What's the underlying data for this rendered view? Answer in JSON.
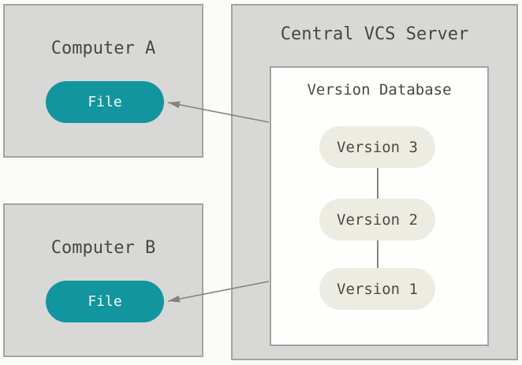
{
  "diagram": {
    "computer_a": {
      "title": "Computer A",
      "file_label": "File"
    },
    "computer_b": {
      "title": "Computer B",
      "file_label": "File"
    },
    "server": {
      "title": "Central VCS Server",
      "database": {
        "title": "Version Database",
        "versions": [
          "Version 3",
          "Version 2",
          "Version 1"
        ]
      }
    },
    "colors": {
      "background": "#fbfbf8",
      "box_fill": "#d8d8d6",
      "box_border": "#a3a3a1",
      "file_pill": "#12959e",
      "file_text": "#f7f7f4",
      "version_pill": "#edece3",
      "text": "#48473f",
      "arrow": "#8b8179",
      "database_fill": "#fefefd"
    }
  }
}
